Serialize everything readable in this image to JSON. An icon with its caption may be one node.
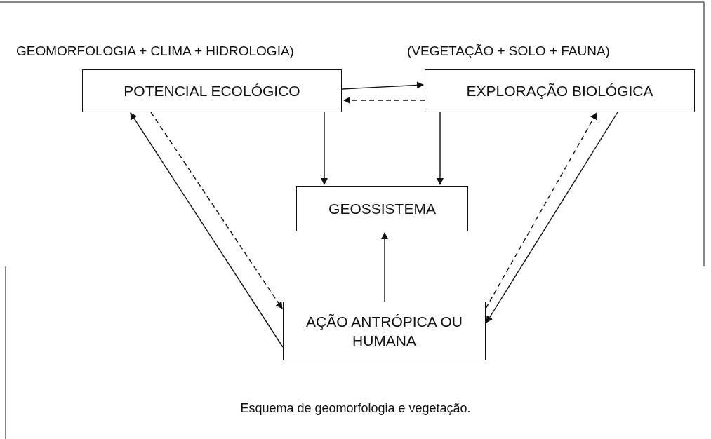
{
  "diagram": {
    "caption": "Esquema de geomorfologia e vegetação.",
    "nodes": [
      {
        "text": [
          "POTENCIAL ECOLÓGICO"
        ],
        "beside": [
          "GEOMORFOLOGIA + CLIMA + HIDROLOGIA)"
        ]
      },
      {
        "text": [
          "EXPLORAÇÃO BIOLÓGICA"
        ],
        "beside": [
          "(VEGETAÇÃO + SOLO + FAUNA)"
        ]
      },
      {
        "text": [
          "GEOSSISTEMA"
        ]
      },
      {
        "text": [
          "AÇÃO ANTRÓPICA OU HUMANA"
        ]
      }
    ],
    "edges": [
      {
        "from": 0,
        "to": 1,
        "arrow": "to"
      },
      {
        "from": 1,
        "to": 0,
        "arrow": "to",
        "style": "dashed"
      },
      {
        "from": 0,
        "to": 2,
        "arrow": "to"
      },
      {
        "from": 1,
        "to": 2,
        "arrow": "to"
      },
      {
        "from": 3,
        "to": 2,
        "arrow": "to"
      },
      {
        "from": 0,
        "to": 3,
        "arrow": "to",
        "style": "dashed"
      },
      {
        "from": 3,
        "to": 0,
        "arrow": "to"
      },
      {
        "from": 3,
        "to": 1,
        "arrow": "to",
        "style": "dashed"
      },
      {
        "from": 1,
        "to": 3,
        "arrow": "to"
      }
    ]
  }
}
